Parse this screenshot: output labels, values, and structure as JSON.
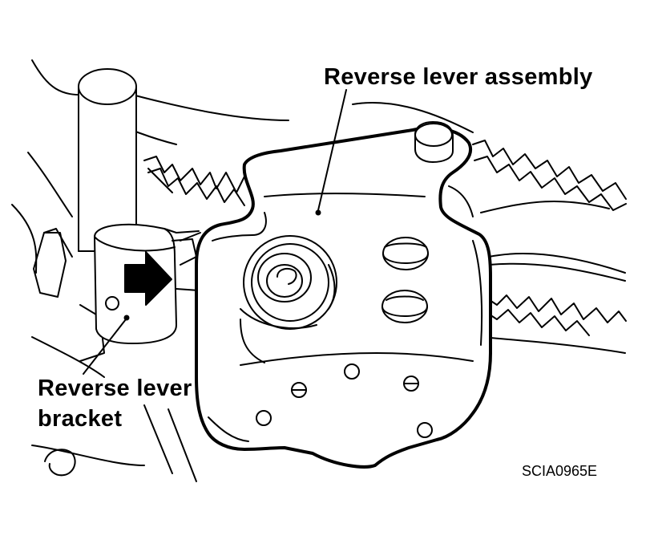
{
  "labels": {
    "reverse_lever_assembly": "Reverse lever assembly",
    "reverse_lever_bracket_line1": "Reverse lever",
    "reverse_lever_bracket_line2": "bracket",
    "figure_code": "SCIA0965E"
  },
  "colors": {
    "line": "#000000",
    "background": "#ffffff"
  },
  "icons": {
    "direction_arrow": "arrow-right-icon"
  }
}
